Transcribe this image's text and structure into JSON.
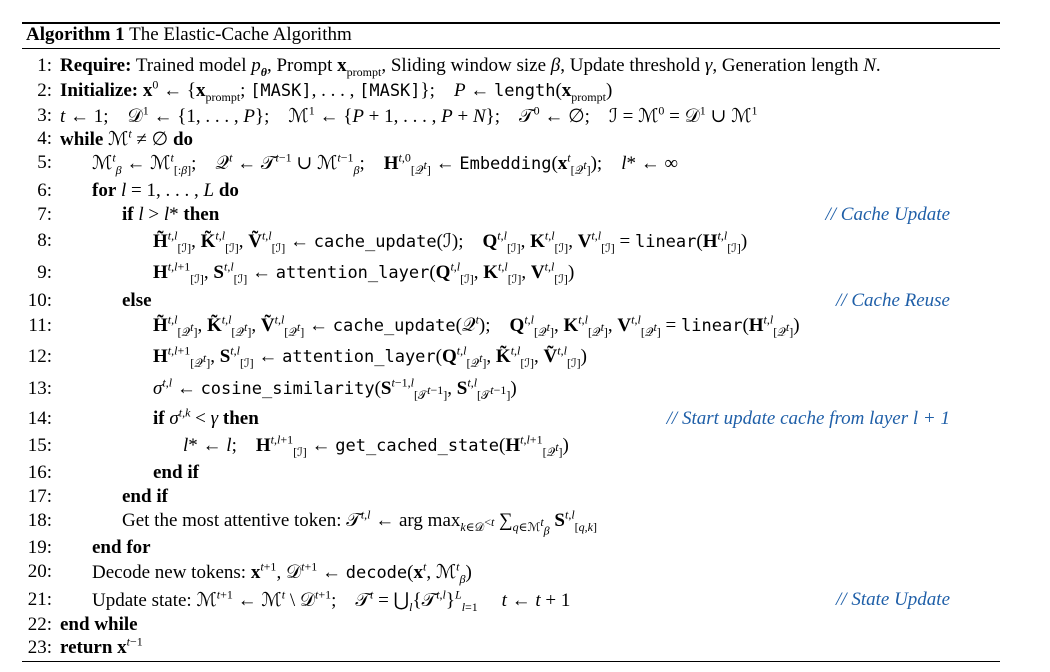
{
  "algorithm": {
    "label": "Algorithm 1",
    "title": "The Elastic-Cache Algorithm",
    "lines": [
      {
        "num": "1:",
        "indent": 0,
        "html": "<span class=\"kw\">Require:</span> Trained model <i>p</i><sub><b><i>θ</i></b></sub>, Prompt <b>x</b><sub>prompt</sub>, Sliding window size <i>β</i>, Update threshold <i>γ</i>, Generation length <i>N</i>.",
        "comment": ""
      },
      {
        "num": "2:",
        "indent": 0,
        "html": "<span class=\"kw\">Initialize:</span> <b>x</b><sup>0</sup> ← {<b>x</b><sub>prompt</sub>; <span class=\"mono\">[MASK]</span>, . . . , <span class=\"mono\">[MASK]</span>}; &nbsp;&nbsp; <i>P</i> ← <span class=\"mono\">length</span>(<b>x</b><sub>prompt</sub>)",
        "comment": ""
      },
      {
        "num": "3:",
        "indent": 0,
        "html": "<i>t</i> ← 1; &nbsp;&nbsp; 𝒟<sup>1</sup> ← {1, . . . , <i>P</i>}; &nbsp;&nbsp; ℳ<sup>1</sup> ← {<i>P</i> + 1, . . . , <i>P</i> + <i>N</i>}; &nbsp;&nbsp; 𝒯<sup>0</sup> ← ∅; &nbsp;&nbsp; ℐ = ℳ<sup>0</sup> = 𝒟<sup>1</sup> ∪ ℳ<sup>1</sup>",
        "comment": ""
      },
      {
        "num": "4:",
        "indent": 0,
        "html": "<span class=\"kw\">while</span> ℳ<sup><i>t</i></sup> ≠ ∅ <span class=\"kw\">do</span>",
        "comment": ""
      },
      {
        "num": "5:",
        "indent": 1,
        "html": "ℳ<sup><i>t</i></sup><sub><i>β</i></sub> ← ℳ<sup><i>t</i></sup><sub>[:<i>β</i>]</sub>; &nbsp;&nbsp; 𝒬<sup><i>t</i></sup> ← 𝒯<sup><i>t</i>−1</sup> ∪ ℳ<sup><i>t</i>−1</sup><sub><i>β</i></sub>; &nbsp;&nbsp; <b>H</b><sup><i>t</i>,0</sup><sub>[𝒬<sup><i>t</i></sup>]</sub> ← <span class=\"mono\">Embedding</span>(<b>x</b><sup><i>t</i></sup><sub>[𝒬<sup><i>t</i></sup>]</sub>); &nbsp;&nbsp; <i>l</i>* ← ∞",
        "comment": ""
      },
      {
        "num": "6:",
        "indent": 1,
        "html": "<span class=\"kw\">for</span> <i>l</i> = 1, . . . , <i>L</i> <span class=\"kw\">do</span>",
        "comment": ""
      },
      {
        "num": "7:",
        "indent": 2,
        "html": "<span class=\"kw\">if</span> <i>l</i> &gt; <i>l</i>* <span class=\"kw\">then</span>",
        "comment": "// Cache Update"
      },
      {
        "num": "8:",
        "indent": 3,
        "html": "<b>H̃</b><sup><i>t</i>,<i>l</i></sup><sub>[ℐ]</sub>, <b>K̃</b><sup><i>t</i>,<i>l</i></sup><sub>[ℐ]</sub>, <b>Ṽ</b><sup><i>t</i>,<i>l</i></sup><sub>[ℐ]</sub> ← <span class=\"mono\">cache_update</span>(ℐ); &nbsp;&nbsp; <b>Q</b><sup><i>t</i>,<i>l</i></sup><sub>[ℐ]</sub>, <b>K</b><sup><i>t</i>,<i>l</i></sup><sub>[ℐ]</sub>, <b>V</b><sup><i>t</i>,<i>l</i></sup><sub>[ℐ]</sub> = <span class=\"mono\">linear</span>(<b>H</b><sup><i>t</i>,<i>l</i></sup><sub>[ℐ]</sub>)",
        "comment": ""
      },
      {
        "num": "9:",
        "indent": 3,
        "html": "<b>H</b><sup><i>t</i>,<i>l</i>+1</sup><sub>[ℐ]</sub>, <b>S</b><sup><i>t</i>,<i>l</i></sup><sub>[ℐ]</sub> ← <span class=\"mono\">attention_layer</span>(<b>Q</b><sup><i>t</i>,<i>l</i></sup><sub>[ℐ]</sub>, <b>K</b><sup><i>t</i>,<i>l</i></sup><sub>[ℐ]</sub>, <b>V</b><sup><i>t</i>,<i>l</i></sup><sub>[ℐ]</sub>)",
        "comment": ""
      },
      {
        "num": "10:",
        "indent": 2,
        "html": "<span class=\"kw\">else</span>",
        "comment": "// Cache Reuse"
      },
      {
        "num": "11:",
        "indent": 3,
        "html": "<b>H̃</b><sup><i>t</i>,<i>l</i></sup><sub>[𝒬<sup><i>t</i></sup>]</sub>, <b>K̃</b><sup><i>t</i>,<i>l</i></sup><sub>[𝒬<sup><i>t</i></sup>]</sub>, <b>Ṽ</b><sup><i>t</i>,<i>l</i></sup><sub>[𝒬<sup><i>t</i></sup>]</sub> ← <span class=\"mono\">cache_update</span>(𝒬<sup><i>t</i></sup>); &nbsp;&nbsp; <b>Q</b><sup><i>t</i>,<i>l</i></sup><sub>[𝒬<sup><i>t</i></sup>]</sub>, <b>K</b><sup><i>t</i>,<i>l</i></sup><sub>[𝒬<sup><i>t</i></sup>]</sub>, <b>V</b><sup><i>t</i>,<i>l</i></sup><sub>[𝒬<sup><i>t</i></sup>]</sub> = <span class=\"mono\">linear</span>(<b>H</b><sup><i>t</i>,<i>l</i></sup><sub>[𝒬<sup><i>t</i></sup>]</sub>)",
        "comment": ""
      },
      {
        "num": "12:",
        "indent": 3,
        "html": "<b>H</b><sup><i>t</i>,<i>l</i>+1</sup><sub>[𝒬<sup><i>t</i></sup>]</sub>, <b>S</b><sup><i>t</i>,<i>l</i></sup><sub>[ℐ]</sub> ← <span class=\"mono\">attention_layer</span>(<b>Q</b><sup><i>t</i>,<i>l</i></sup><sub>[𝒬<sup><i>t</i></sup>]</sub>, <b>K̃</b><sup><i>t</i>,<i>l</i></sup><sub>[ℐ]</sub>, <b>Ṽ</b><sup><i>t</i>,<i>l</i></sup><sub>[ℐ]</sub>)",
        "comment": ""
      },
      {
        "num": "13:",
        "indent": 3,
        "html": "<i>σ</i><sup><i>t</i>,<i>l</i></sup> ← <span class=\"mono\">cosine_similarity</span>(<b>S</b><sup><i>t</i>−1,<i>l</i></sup><sub>[𝒯<sup><i>t</i>−1</sup>]</sub>, <b>S</b><sup><i>t</i>,<i>l</i></sup><sub>[𝒯<sup><i>t</i>−1</sup>]</sub>)",
        "comment": ""
      },
      {
        "num": "14:",
        "indent": 3,
        "html": "<span class=\"kw\">if</span> <i>σ</i><sup><i>t</i>,<i>k</i></sup> &lt; <i>γ</i> <span class=\"kw\">then</span>",
        "comment": "// Start update cache from layer l + 1"
      },
      {
        "num": "15:",
        "indent": 4,
        "html": "<i>l</i>* ← <i>l</i>; &nbsp;&nbsp; <b>H</b><sup><i>t</i>,<i>l</i>+1</sup><sub>[ℐ]</sub> ← <span class=\"mono\">get_cached_state</span>(<b>H</b><sup><i>t</i>,<i>l</i>+1</sup><sub>[𝒬<sup><i>t</i></sup>]</sub>)",
        "comment": ""
      },
      {
        "num": "16:",
        "indent": 3,
        "html": "<span class=\"kw\">end if</span>",
        "comment": ""
      },
      {
        "num": "17:",
        "indent": 2,
        "html": "<span class=\"kw\">end if</span>",
        "comment": ""
      },
      {
        "num": "18:",
        "indent": 2,
        "html": "Get the most attentive token: 𝒯<sup><i>t</i>,<i>l</i></sup> ← arg max<sub><i>k</i>∈𝒟<sup>&lt;<i>t</i></sup></sub> ∑<sub><i>q</i>∈ℳ<sup><i>t</i></sup><sub><i>β</i></sub></sub> <b>S</b><sup><i>t</i>,<i>l</i></sup><sub>[<i>q</i>,<i>k</i>]</sub>",
        "comment": ""
      },
      {
        "num": "19:",
        "indent": 1,
        "html": "<span class=\"kw\">end for</span>",
        "comment": ""
      },
      {
        "num": "20:",
        "indent": 1,
        "html": "Decode new tokens: <b>x</b><sup><i>t</i>+1</sup>, 𝒟<sup><i>t</i>+1</sup> ← <span class=\"mono\">decode</span>(<b>x</b><sup><i>t</i></sup>, ℳ<sup><i>t</i></sup><sub><i>β</i></sub>)",
        "comment": ""
      },
      {
        "num": "21:",
        "indent": 1,
        "html": "Update state: ℳ<sup><i>t</i>+1</sup> ← ℳ<sup><i>t</i></sup> \\ 𝒟<sup><i>t</i>+1</sup>; &nbsp;&nbsp; 𝒯<sup><i>t</i></sup> = ⋃<sub><i>l</i></sub>{𝒯<sup><i>t</i>,<i>l</i></sup>}<sup><i>L</i></sup><sub><i>l</i>=1</sub> &nbsp;&nbsp;&nbsp; <i>t</i> ← <i>t</i> + 1",
        "comment": "// State Update"
      },
      {
        "num": "22:",
        "indent": 0,
        "html": "<span class=\"kw\">end while</span>",
        "comment": ""
      },
      {
        "num": "23:",
        "indent": 0,
        "html": "<span class=\"kw\">return</span> <b>x</b><sup><i>t</i>−1</sup>",
        "comment": ""
      }
    ]
  }
}
